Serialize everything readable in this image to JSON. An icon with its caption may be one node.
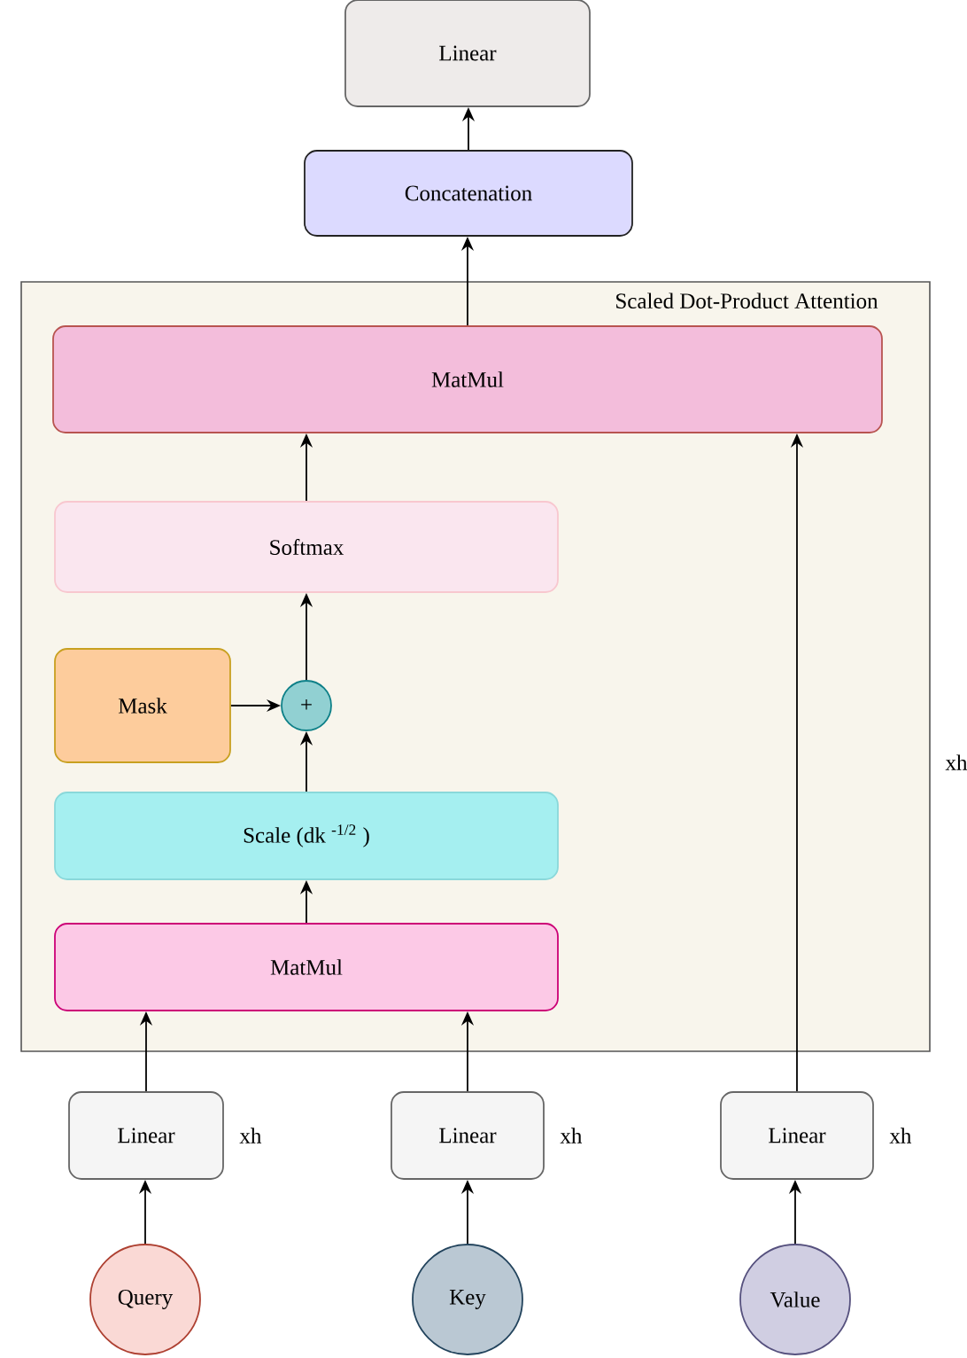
{
  "diagram": {
    "nodes": [
      {
        "text": [
          "Linear"
        ]
      },
      {
        "text": [
          "Concatenation"
        ]
      },
      {
        "text": [
          "Scaled Dot-Product Attention"
        ]
      },
      {
        "text": [
          "MatMul"
        ],
        "in": 2
      },
      {
        "text": [
          "Softmax"
        ],
        "in": 2
      },
      {
        "text": [
          "Mask"
        ],
        "in": 2
      },
      {
        "text": [
          "+"
        ],
        "in": 2
      },
      {
        "text": [
          "Scale (dk $^{-1/2}$ )"
        ],
        "in": 2
      },
      {
        "text": [
          "MatMul"
        ],
        "in": 2
      },
      {
        "text": [
          "Linear"
        ],
        "beside": [
          "xh"
        ]
      },
      {
        "text": [
          "Linear"
        ],
        "beside": [
          "xh"
        ]
      },
      {
        "text": [
          "Linear"
        ],
        "beside": [
          "xh"
        ]
      },
      {
        "text": [
          "Query"
        ]
      },
      {
        "text": [
          "Key"
        ]
      },
      {
        "text": [
          "Value"
        ]
      }
    ],
    "edges": [
      {
        "from": 12,
        "to": 9,
        "arrow": "to"
      },
      {
        "from": 13,
        "to": 10,
        "arrow": "to"
      },
      {
        "from": 14,
        "to": 11,
        "arrow": "to"
      },
      {
        "from": 9,
        "to": 8,
        "arrow": "to"
      },
      {
        "from": 10,
        "to": 8,
        "arrow": "to"
      },
      {
        "from": 11,
        "to": 3,
        "arrow": "to"
      },
      {
        "from": 8,
        "to": 7,
        "arrow": "to"
      },
      {
        "from": 7,
        "to": 6,
        "arrow": "to"
      },
      {
        "from": 5,
        "to": 6,
        "arrow": "to"
      },
      {
        "from": 6,
        "to": 4,
        "arrow": "to"
      },
      {
        "from": 4,
        "to": 3,
        "arrow": "to"
      },
      {
        "from": 3,
        "to": 1,
        "arrow": "to"
      },
      {
        "from": 1,
        "to": 0,
        "arrow": "to"
      }
    ],
    "labels": [
      "xh"
    ]
  }
}
